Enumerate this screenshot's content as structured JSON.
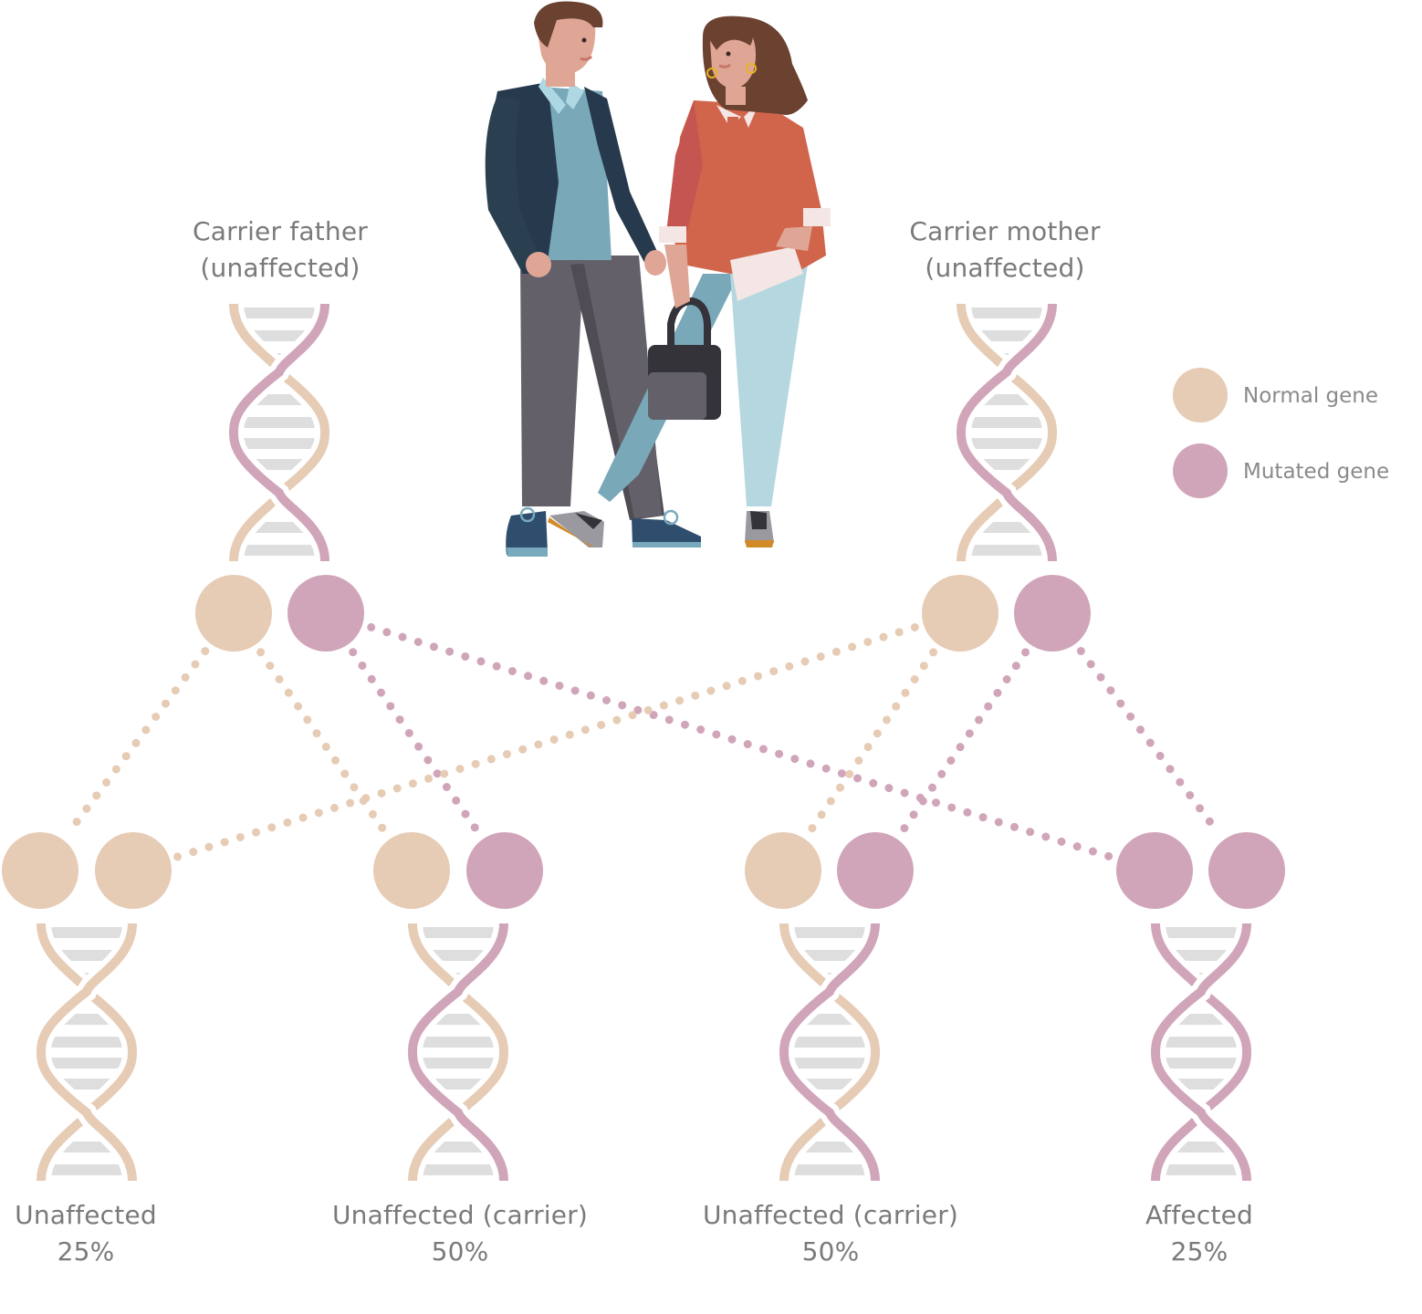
{
  "colors": {
    "normal": "#e6cbb5",
    "mutated": "#d1a5b9",
    "rung": "#dedede",
    "text": "#7a7a7a"
  },
  "legend": {
    "items": [
      {
        "key": "normal",
        "label": "Normal gene"
      },
      {
        "key": "mutated",
        "label": "Mutated gene"
      }
    ]
  },
  "parents": [
    {
      "id": "father",
      "title_line1": "Carrier father",
      "title_line2": "(unaffected)",
      "genes": [
        "normal",
        "mutated"
      ],
      "helix": [
        "normal",
        "mutated"
      ]
    },
    {
      "id": "mother",
      "title_line1": "Carrier mother",
      "title_line2": "(unaffected)",
      "genes": [
        "normal",
        "mutated"
      ],
      "helix": [
        "normal",
        "mutated"
      ]
    }
  ],
  "children": [
    {
      "id": "child-1",
      "label": "Unaffected",
      "percent": "25%",
      "genes": [
        "normal",
        "normal"
      ],
      "helix": [
        "normal",
        "normal"
      ]
    },
    {
      "id": "child-2",
      "label": "Unaffected (carrier)",
      "percent": "50%",
      "genes": [
        "normal",
        "mutated"
      ],
      "helix": [
        "normal",
        "mutated"
      ]
    },
    {
      "id": "child-3",
      "label": "Unaffected (carrier)",
      "percent": "50%",
      "genes": [
        "normal",
        "mutated"
      ],
      "helix": [
        "normal",
        "mutated"
      ]
    },
    {
      "id": "child-4",
      "label": "Affected",
      "percent": "25%",
      "genes": [
        "mutated",
        "mutated"
      ],
      "helix": [
        "mutated",
        "mutated"
      ]
    }
  ],
  "inheritance_links": [
    {
      "from": "father",
      "gene": 0,
      "to": "child-1",
      "slot": 0
    },
    {
      "from": "father",
      "gene": 0,
      "to": "child-2",
      "slot": 0
    },
    {
      "from": "father",
      "gene": 1,
      "to": "child-2",
      "slot": 1
    },
    {
      "from": "father",
      "gene": 1,
      "to": "child-4",
      "slot": 0
    },
    {
      "from": "mother",
      "gene": 0,
      "to": "child-1",
      "slot": 1
    },
    {
      "from": "mother",
      "gene": 0,
      "to": "child-3",
      "slot": 0
    },
    {
      "from": "mother",
      "gene": 1,
      "to": "child-3",
      "slot": 1
    },
    {
      "from": "mother",
      "gene": 1,
      "to": "child-4",
      "slot": 1
    }
  ],
  "illustration": {
    "subject": "couple-holding-hands"
  }
}
